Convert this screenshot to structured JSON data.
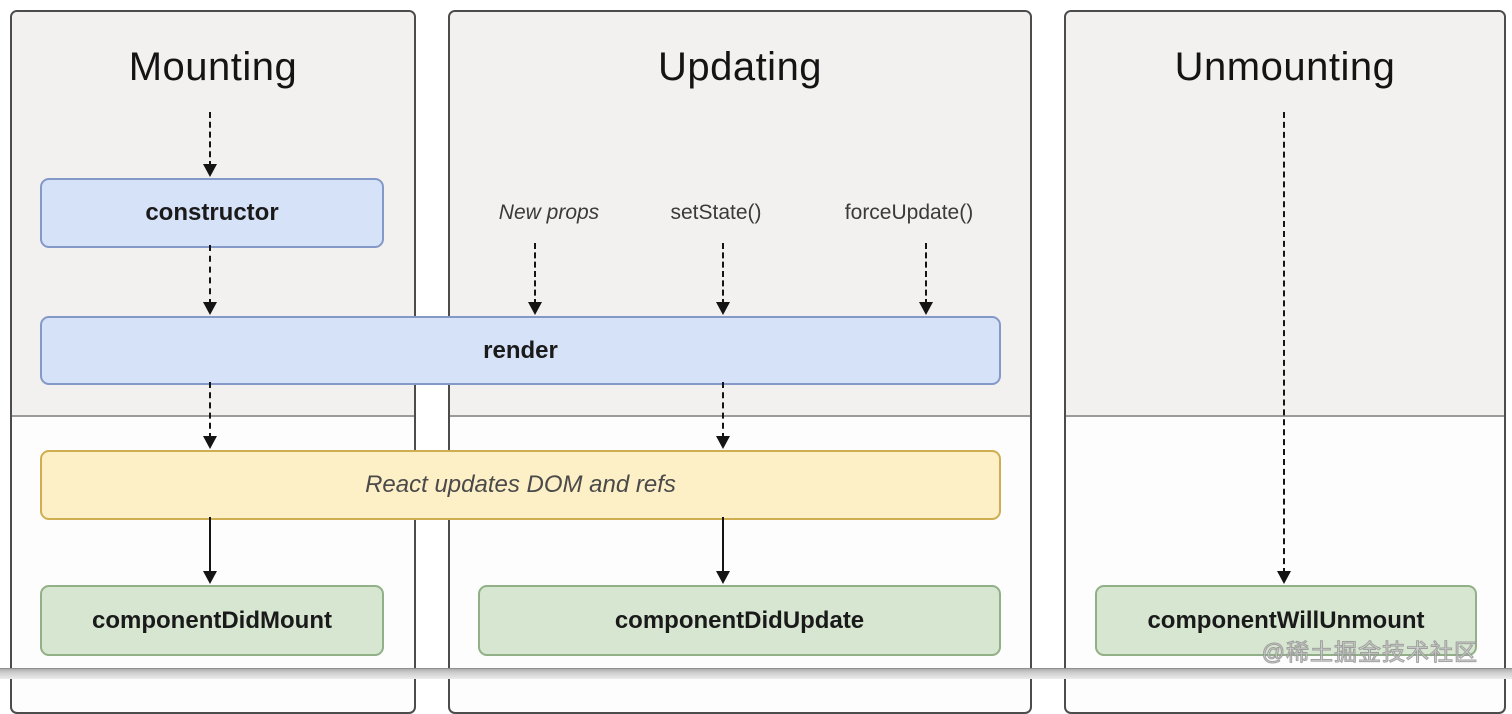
{
  "columns": [
    {
      "title": "Mounting"
    },
    {
      "title": "Updating"
    },
    {
      "title": "Unmounting"
    }
  ],
  "boxes": {
    "constructor": "constructor",
    "render": "render",
    "react_updates": "React updates DOM and refs",
    "component_did_mount": "componentDidMount",
    "component_did_update": "componentDidUpdate",
    "component_will_unmount": "componentWillUnmount"
  },
  "triggers": [
    {
      "label": "New props",
      "style": "italic"
    },
    {
      "label": "setState()",
      "style": "normal"
    },
    {
      "label": "forceUpdate()",
      "style": "normal"
    }
  ],
  "watermark": "@稀土掘金技术社区",
  "colors": {
    "phase_top_background": "#f2f1ef",
    "panel_border": "#4c4c4c",
    "blue_box_fill": "#d6e2f7",
    "blue_box_border": "#8599c8",
    "yellow_box_fill": "#fdefc6",
    "yellow_box_border": "#cfae52",
    "green_box_fill": "#d7e6d1",
    "green_box_border": "#92b087",
    "arrow": "#141414"
  }
}
